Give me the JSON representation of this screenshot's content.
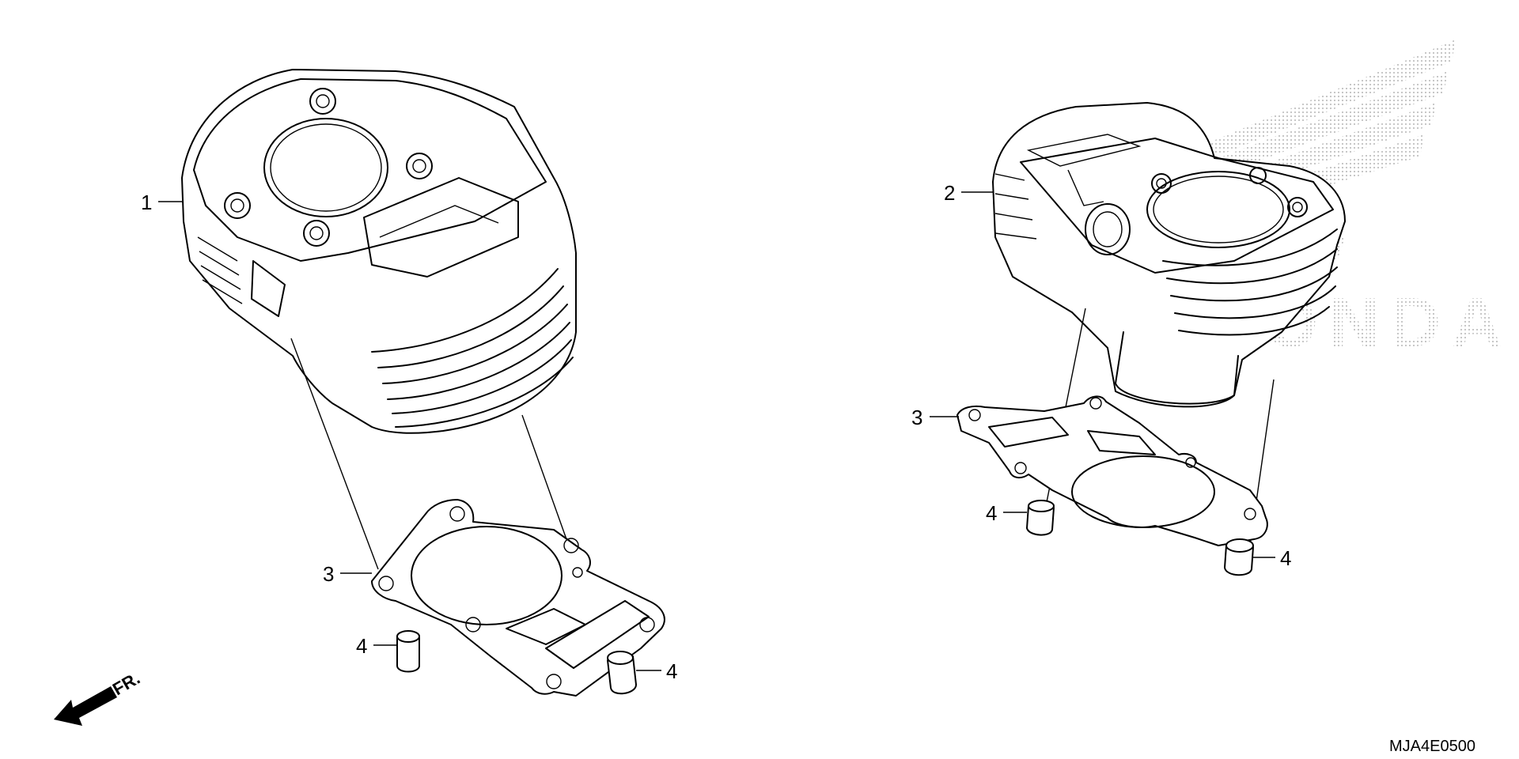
{
  "callouts": {
    "left_cylinder": "1",
    "right_cylinder": "2",
    "left_gasket": "3",
    "right_gasket": "3",
    "left_dowel_a": "4",
    "left_dowel_b": "4",
    "right_dowel_a": "4",
    "right_dowel_b": "4"
  },
  "front_indicator": "FR.",
  "diagram_code": "MJA4E0500",
  "watermark_text": "HONDA",
  "colors": {
    "ink": "#000000",
    "background": "#ffffff",
    "watermark": "#bdbdbd"
  }
}
